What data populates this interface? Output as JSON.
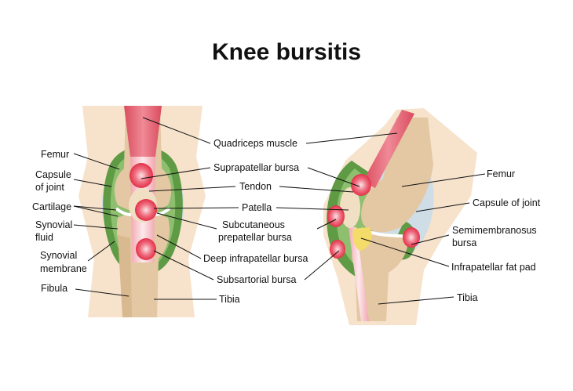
{
  "title": "Knee bursitis",
  "labels": {
    "femur_left": "Femur",
    "capsule_left_1": "Capsule",
    "capsule_left_2": "of joint",
    "cartilage": "Cartilage",
    "synovial_fluid_1": "Synovial",
    "synovial_fluid_2": "fluid",
    "synovial_membrane_1": "Synovial",
    "synovial_membrane_2": "membrane",
    "fibula": "Fibula",
    "quadriceps_muscle": "Quadriceps muscle",
    "suprapatellar_bursa": "Suprapatellar bursa",
    "tendon": "Tendon",
    "patella": "Patella",
    "subcutaneous_1": "Subcutaneous",
    "subcutaneous_2": "prepatellar bursa",
    "deep_infrapatellar": "Deep infrapatellar bursa",
    "subsartorial": "Subsartorial bursa",
    "tibia_center": "Tibia",
    "femur_right": "Femur",
    "capsule_right": "Capsule of joint",
    "semimembranosus_1": "Semimembranosus",
    "semimembranosus_2": "bursa",
    "infrapatellar_fat_pad": "Infrapatellar fat pad",
    "tibia_right": "Tibia"
  },
  "colors": {
    "skin": "#f7e3cc",
    "bone": "#e4c7a3",
    "bone_light": "#f1dfc4",
    "capsule": "#cfdde6",
    "synovial_membrane": "#5f9a45",
    "synovial_fluid": "#8dbf6e",
    "muscle": "#e46a78",
    "bursa": "#e6324a",
    "fat_pad": "#f3dc6a",
    "line": "#111111"
  }
}
